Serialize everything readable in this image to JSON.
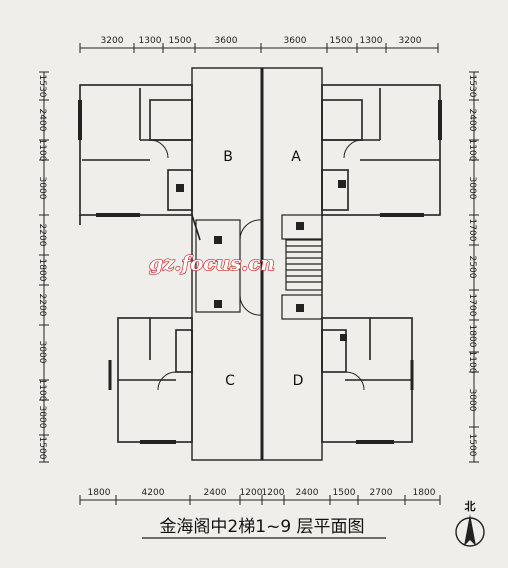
{
  "drawing": {
    "title": "金海阁中2梯1~9 层平面图",
    "watermark": "gz.focus.cn",
    "north_label": "北",
    "units": [
      "A",
      "B",
      "C",
      "D"
    ],
    "top_dims": [
      "3200",
      "1300",
      "1500",
      "3600",
      "3600",
      "1500",
      "1300",
      "3200"
    ],
    "bottom_dims": [
      "1800",
      "4200",
      "2400",
      "1200",
      "1200",
      "2400",
      "1500",
      "2700",
      "1800"
    ],
    "left_dims": [
      "1530",
      "2400",
      "1100",
      "3000",
      "2200",
      "1800",
      "2200",
      "3000",
      "1100",
      "3000",
      "1500"
    ],
    "right_dims": [
      "1530",
      "2400",
      "1100",
      "3000",
      "1700",
      "2500",
      "1700",
      "1800",
      "1100",
      "3000",
      "1500"
    ]
  }
}
